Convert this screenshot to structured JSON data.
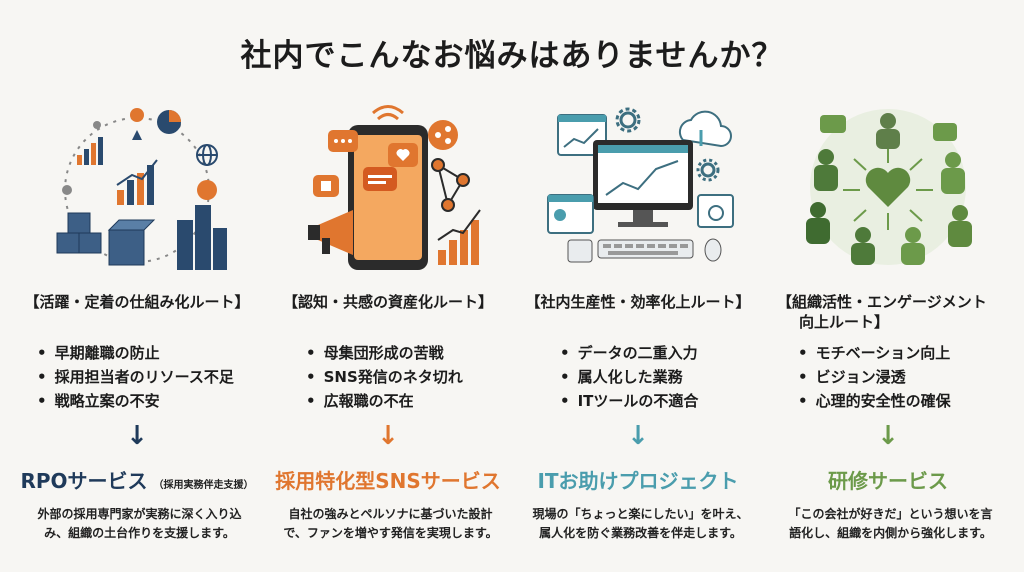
{
  "title": "社内でこんなお悩みはありませんか？",
  "colors": {
    "navy": "#1f3a5a",
    "orange": "#e0762f",
    "teal": "#4a9dad",
    "green": "#6c9a4a"
  },
  "columns": [
    {
      "route": "【活躍・定着の仕組み化ルート】",
      "issues": [
        "早期離職の防止",
        "採用担当者のリソース不足",
        "戦略立案の不安"
      ],
      "service": "RPOサービス",
      "service_note": "（採用実務伴走支援）",
      "desc": [
        "外部の採用専門家が実務に深く入り込",
        "み、組織の土台作りを支援します。"
      ]
    },
    {
      "route": "【認知・共感の資産化ルート】",
      "issues": [
        "母集団形成の苦戦",
        "SNS発信のネタ切れ",
        "広報職の不在"
      ],
      "service": "採用特化型SNSサービス",
      "desc": [
        "自社の強みとペルソナに基づいた設計",
        "で、ファンを増やす発信を実現します。"
      ]
    },
    {
      "route": "【社内生産性・効率化上ルート】",
      "issues": [
        "データの二重入力",
        "属人化した業務",
        "ITツールの不適合"
      ],
      "service": "ITお助けプロジェクト",
      "desc": [
        "現場の「ちょっと楽にしたい」を叶え、",
        "属人化を防ぐ業務改善を伴走します。"
      ]
    },
    {
      "route": "【組織活性・エンゲージメント",
      "route2": "向上ルート】",
      "issues": [
        "モチベーション向上",
        "ビジョン浸透",
        "心理的安全性の確保"
      ],
      "service": "研修サービス",
      "desc": [
        "「この会社が好きだ」という想いを言",
        "語化し、組織を内側から強化します。"
      ]
    }
  ],
  "arrow_glyph": "↓"
}
